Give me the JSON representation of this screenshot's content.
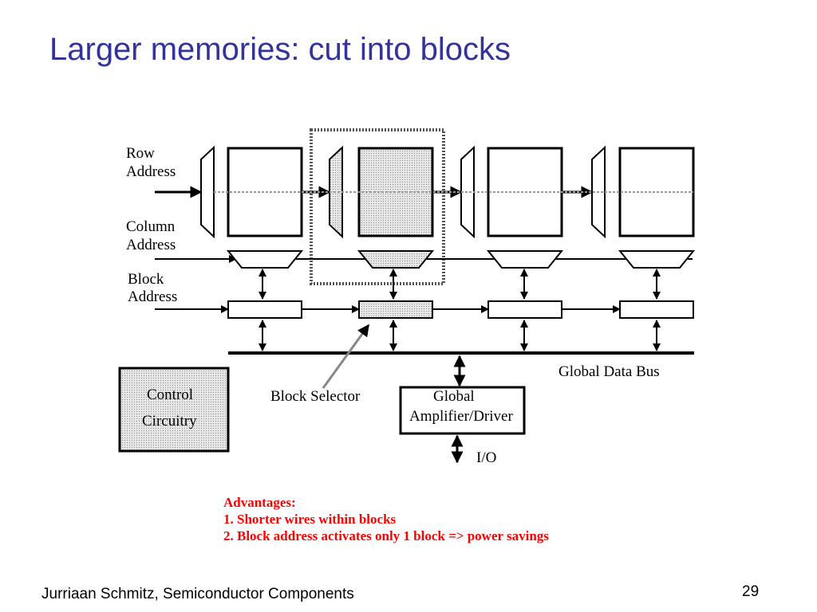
{
  "slide": {
    "title": "Larger memories: cut into blocks",
    "footer_author": "Jurriaan Schmitz, Semiconductor Components",
    "page_number": "29"
  },
  "diagram": {
    "labels": {
      "row_address_1": "Row",
      "row_address_2": "Address",
      "column_address_1": "Column",
      "column_address_2": "Address",
      "block_address_1": "Block",
      "block_address_2": "Address",
      "control_1": "Control",
      "control_2": "Circuitry",
      "block_selector": "Block Selector",
      "global_data_bus": "Global Data Bus",
      "amplifier_1": "Global",
      "amplifier_2": "Amplifier/Driver",
      "io": "I/O"
    },
    "block_count": 4,
    "highlighted_block": 2
  },
  "advantages": {
    "heading": "Advantages:",
    "items": [
      "1. Shorter wires within blocks",
      "2. Block address activates only 1 block => power savings"
    ]
  },
  "colors": {
    "title": "#333399",
    "advantages": "#ff0000",
    "highlight_fill": "#d4d4d4"
  }
}
